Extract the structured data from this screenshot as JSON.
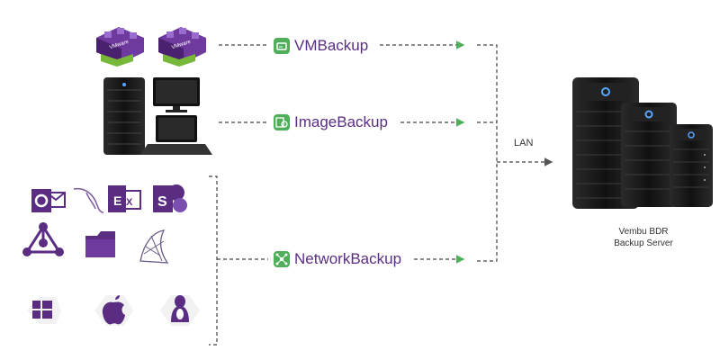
{
  "flows": {
    "vm": {
      "label": "VMBackup"
    },
    "image": {
      "label": "ImageBackup"
    },
    "network": {
      "label": "NetworkBackup"
    }
  },
  "link": {
    "label": "LAN"
  },
  "server": {
    "line1": "Vembu BDR",
    "line2": "Backup Server"
  },
  "sources": {
    "vm_boxes": [
      {
        "label": "VMware"
      },
      {
        "label": "VMware"
      }
    ]
  },
  "colors": {
    "accent": "#5a2d82",
    "green": "#4fae5a",
    "dash": "#444444",
    "server": "#111111",
    "server_light": "#3a3a3a"
  },
  "icons": {
    "vm_row": [
      "vmware-vsphere-icon",
      "hyper-v-icon"
    ],
    "image_row": [
      "tower-server-icon",
      "monitor-icon",
      "laptop-icon"
    ],
    "apps_row1": [
      "outlook-icon",
      "mysql-icon",
      "exchange-icon",
      "sharepoint-icon"
    ],
    "apps_row2": [
      "active-directory-icon",
      "folder-icon",
      "sql-server-icon"
    ],
    "os_row": [
      "windows-icon",
      "apple-icon",
      "linux-icon"
    ]
  }
}
